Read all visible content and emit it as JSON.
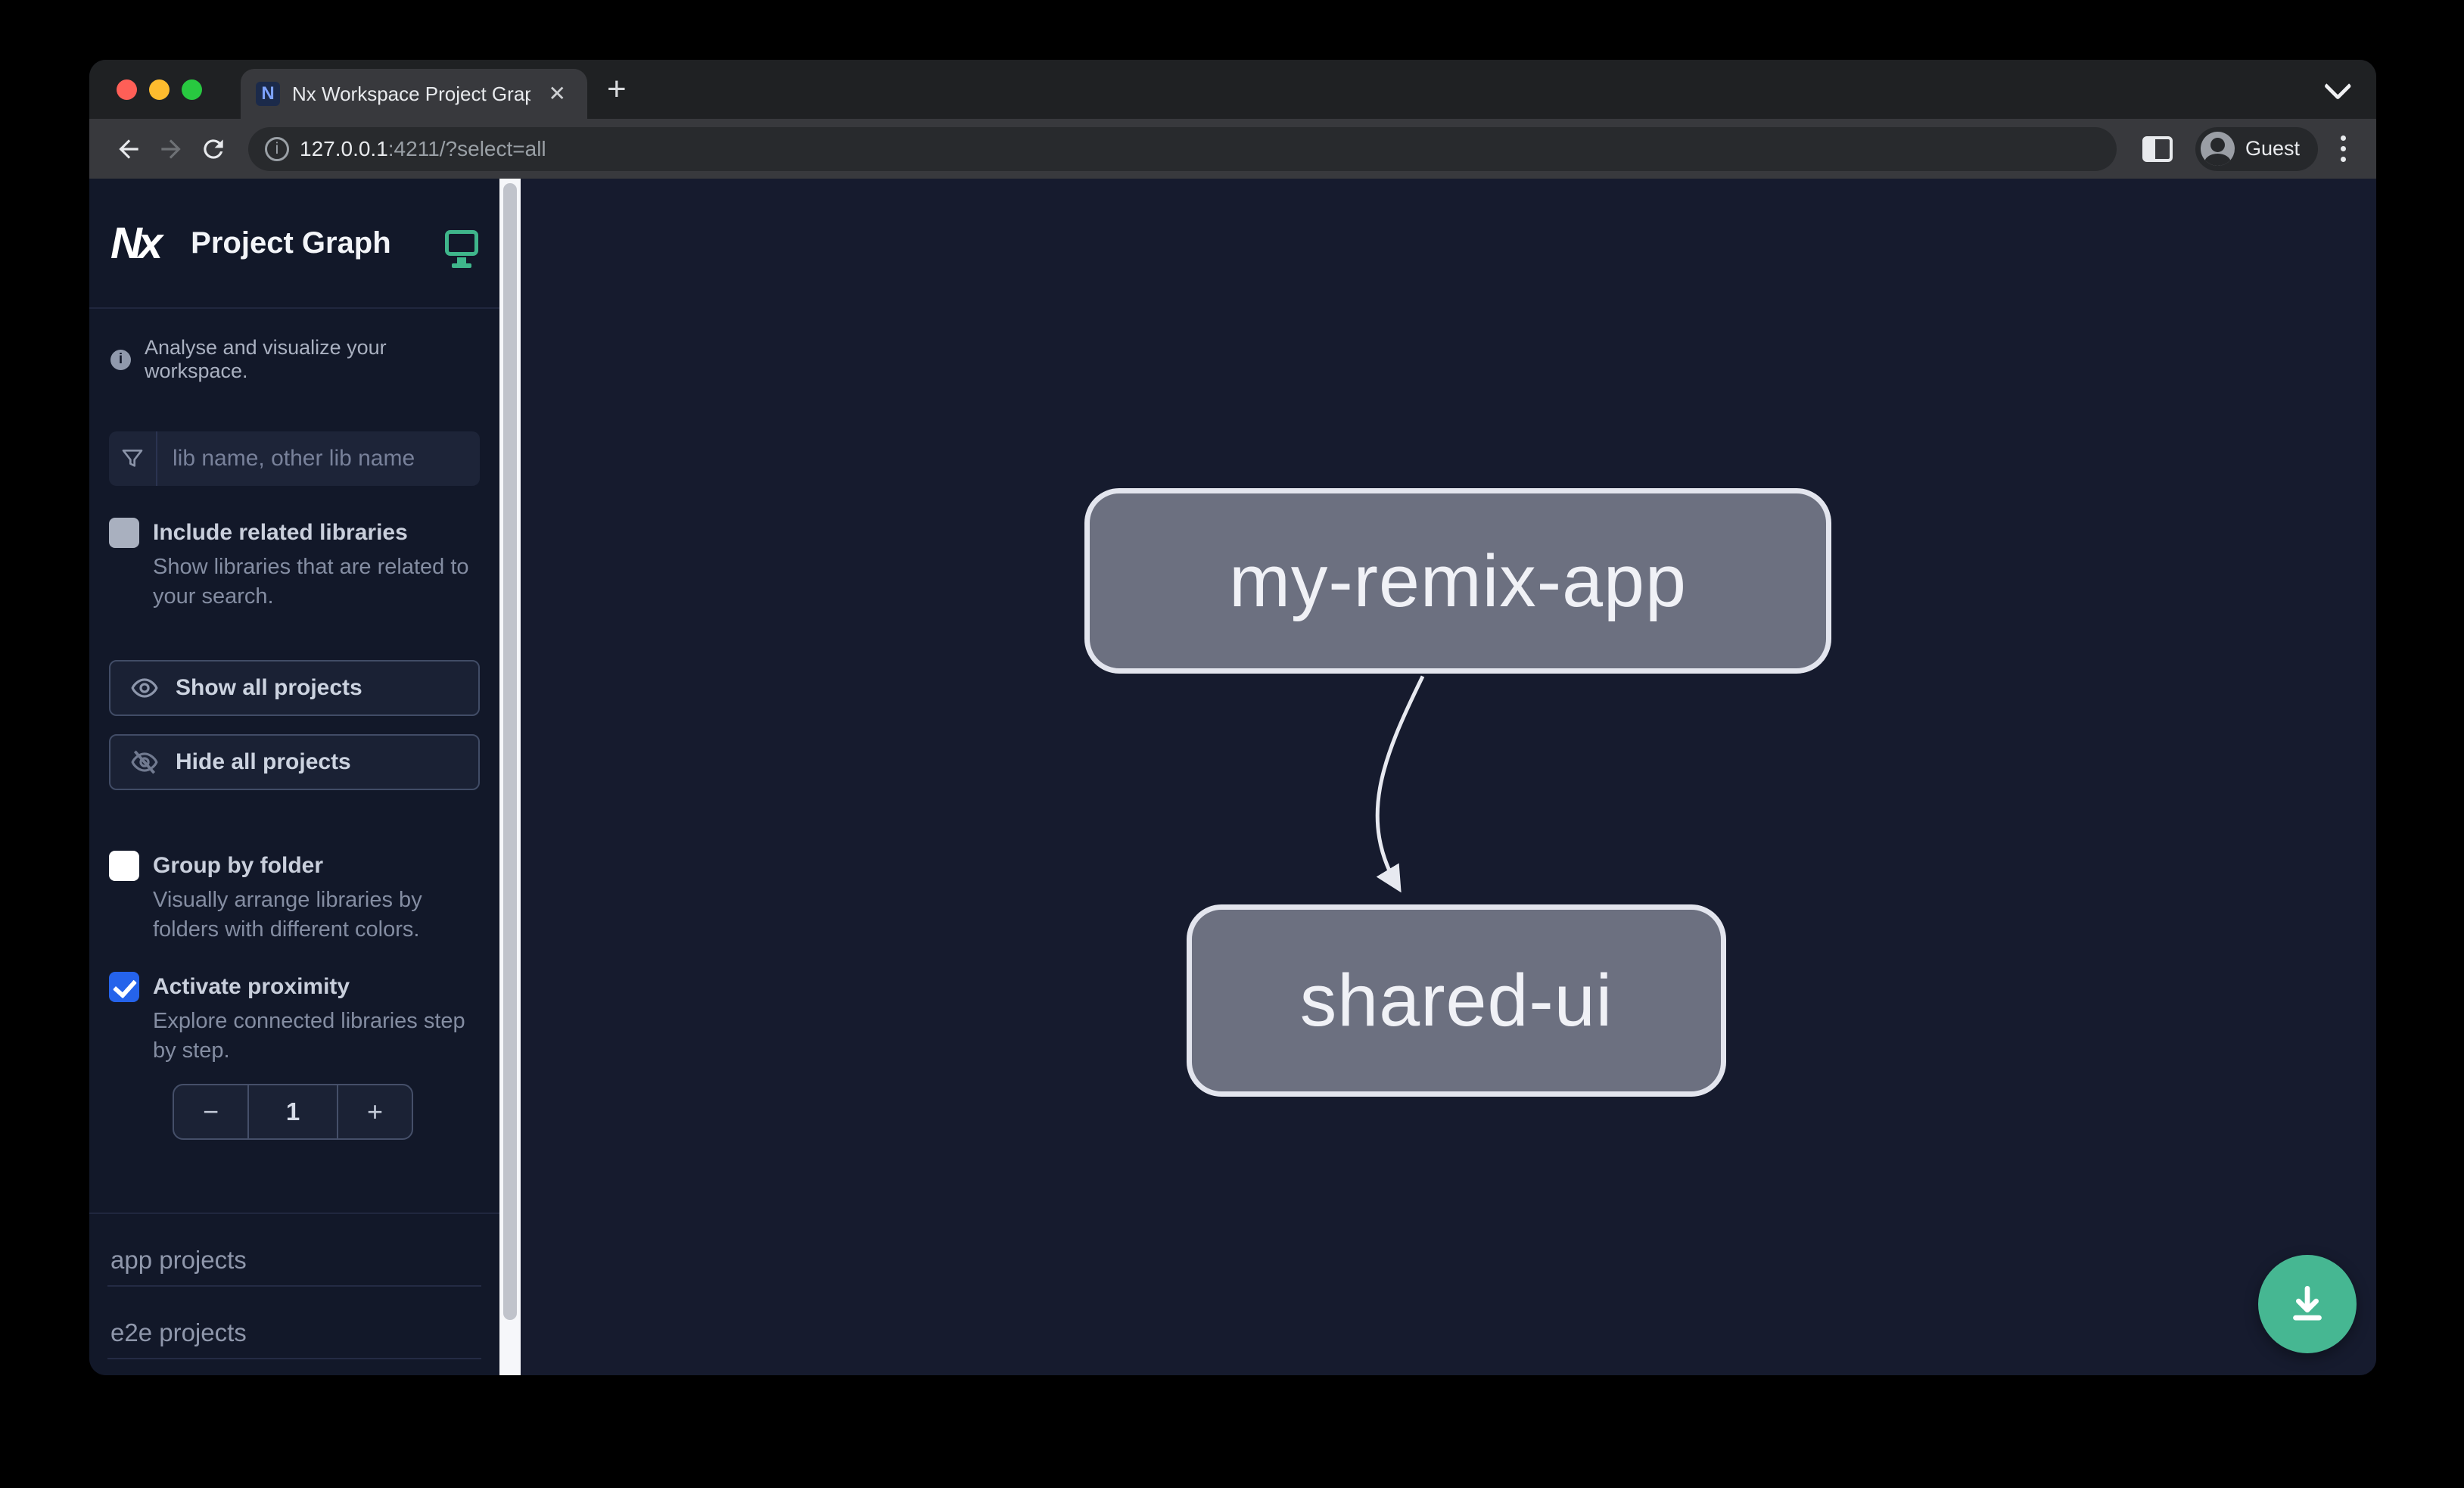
{
  "browser": {
    "tab": {
      "title": "Nx Workspace Project Graph",
      "favicon_text": "N",
      "close_glyph": "✕"
    },
    "new_tab_glyph": "+",
    "url": {
      "host": "127.0.0.1",
      "rest": ":4211/?select=all",
      "info_glyph": "i"
    },
    "profile_label": "Guest"
  },
  "sidebar": {
    "logo_text": "Nx",
    "title": "Project Graph",
    "tagline": "Analyse and visualize your workspace.",
    "tagline_icon_glyph": "i",
    "search": {
      "placeholder": "lib name, other lib name"
    },
    "options": [
      {
        "label": "Include related libraries",
        "description": "Show libraries that are related to your search.",
        "checked": false
      },
      {
        "label": "Group by folder",
        "description": "Visually arrange libraries by folders with different colors.",
        "checked": false
      },
      {
        "label": "Activate proximity",
        "description": "Explore connected libraries step by step.",
        "checked": true
      }
    ],
    "buttons": [
      {
        "label": "Show all projects",
        "icon": "eye-icon"
      },
      {
        "label": "Hide all projects",
        "icon": "eye-off-icon"
      }
    ],
    "stepper": {
      "decrement_glyph": "−",
      "value": "1",
      "increment_glyph": "+"
    },
    "sections": [
      {
        "label": "app projects"
      },
      {
        "label": "e2e projects"
      }
    ]
  },
  "graph": {
    "nodes": [
      {
        "label": "my-remix-app"
      },
      {
        "label": "shared-ui"
      }
    ],
    "edges": [
      {
        "from": "my-remix-app",
        "to": "shared-ui"
      }
    ]
  },
  "colors": {
    "accent_checkbox_blue": "#2563eb",
    "fab_green": "#46b792",
    "monitor_icon_green": "#3fb68b",
    "node_fill": "#6c7080",
    "node_border": "#e3e5ee",
    "sidebar_bg": "#121829",
    "canvas_bg": "#161b2e",
    "traffic_red": "#ff5f57",
    "traffic_yellow": "#febc2e",
    "traffic_green": "#28c840"
  }
}
